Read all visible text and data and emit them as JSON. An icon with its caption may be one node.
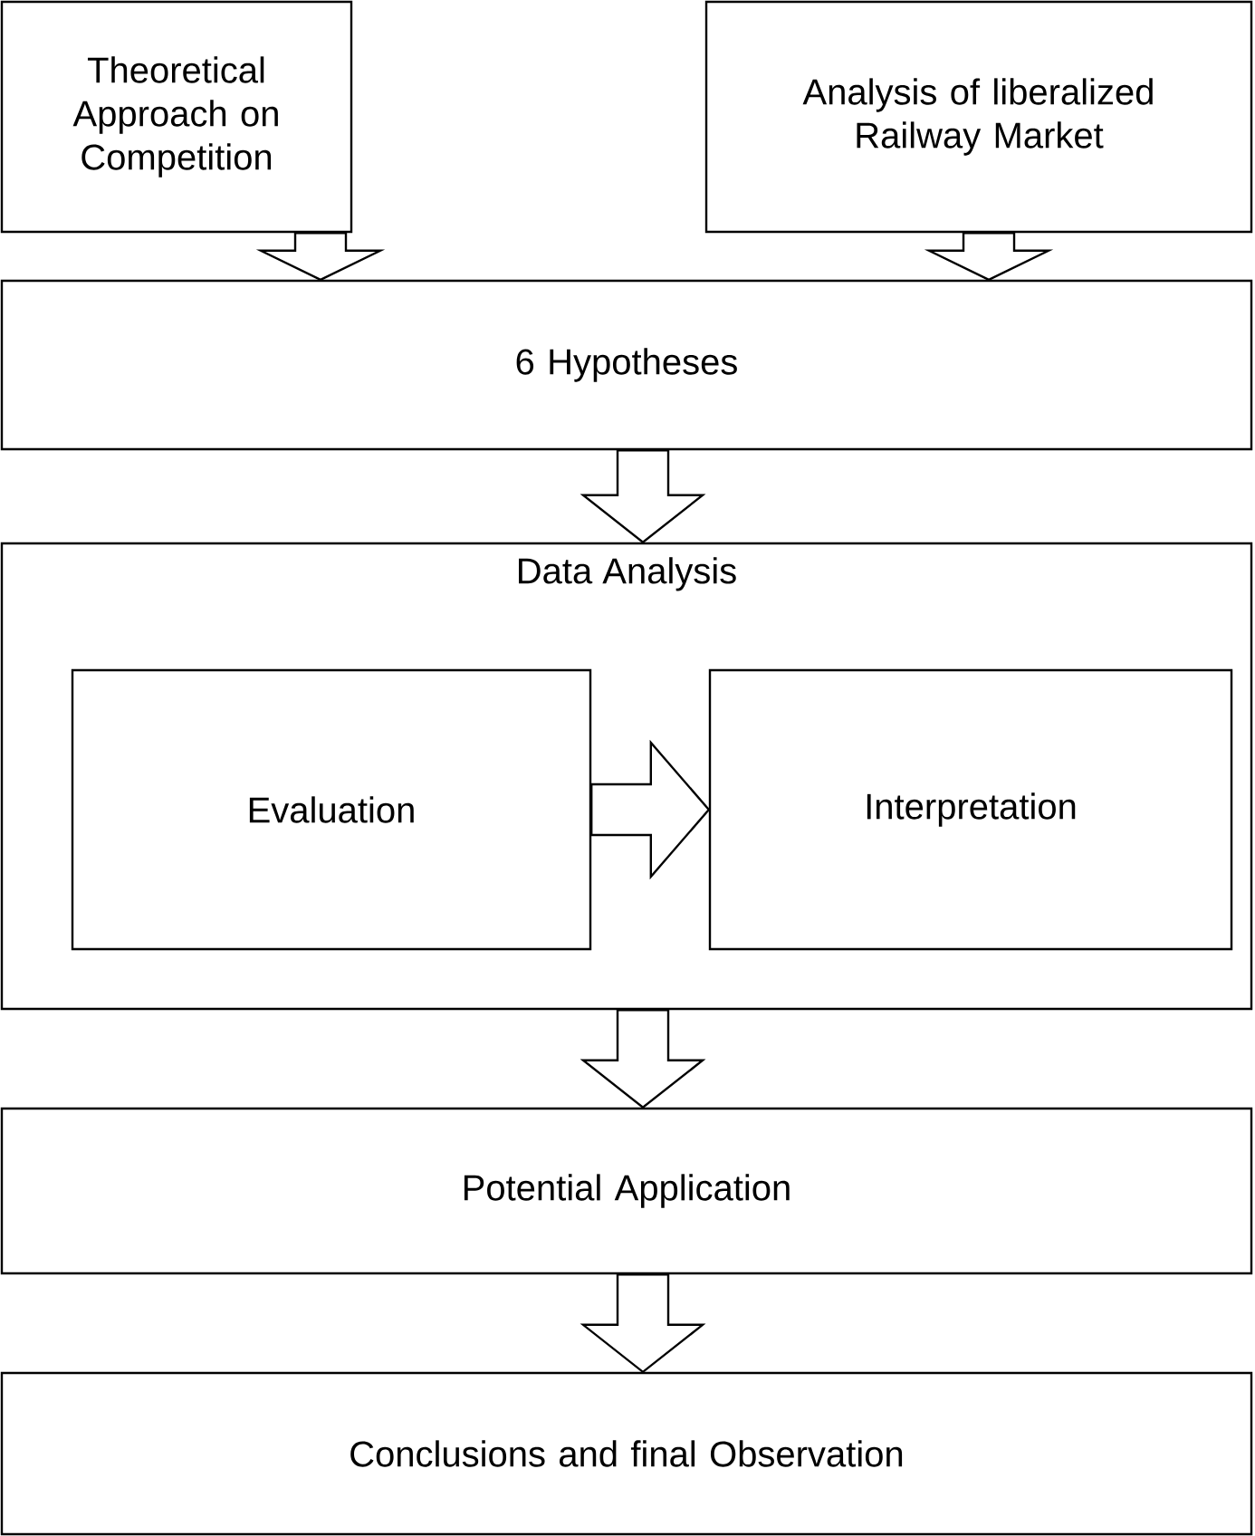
{
  "diagram": {
    "nodes": [
      {
        "text": [
          "Theoretical Approach on Competition"
        ]
      },
      {
        "text": [
          "Analysis of liberalized Railway Market"
        ]
      },
      {
        "text": [
          "6 Hypotheses"
        ]
      },
      {
        "text": [
          "Data Analysis"
        ]
      },
      {
        "text": [
          "Evaluation"
        ],
        "in": 3
      },
      {
        "text": [
          "Interpretation"
        ],
        "in": 3
      },
      {
        "text": [
          "Potential Application"
        ]
      },
      {
        "text": [
          "Conclusions and final Observation"
        ]
      }
    ],
    "edges": [
      {
        "from": 0,
        "to": 2,
        "arrow": "to"
      },
      {
        "from": 1,
        "to": 2,
        "arrow": "to"
      },
      {
        "from": 2,
        "to": 3,
        "arrow": "to"
      },
      {
        "from": 4,
        "to": 5,
        "arrow": "to"
      },
      {
        "from": 3,
        "to": 6,
        "arrow": "to"
      },
      {
        "from": 6,
        "to": 7,
        "arrow": "to"
      }
    ]
  }
}
